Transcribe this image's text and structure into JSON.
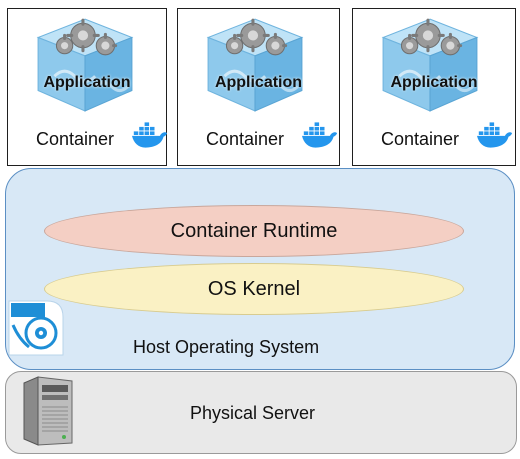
{
  "containers": [
    {
      "app_label": "Application",
      "container_label": "Container"
    },
    {
      "app_label": "Application",
      "container_label": "Container"
    },
    {
      "app_label": "Application",
      "container_label": "Container"
    }
  ],
  "layers": {
    "runtime": "Container Runtime",
    "kernel": "OS Kernel",
    "host_os": "Host Operating System",
    "physical": "Physical Server"
  },
  "colors": {
    "cube": "#8ec9ec",
    "docker_whale": "#2496ed",
    "host_panel": "#d8e8f6",
    "runtime": "#f4cfc4",
    "kernel": "#faf1c4",
    "physical_panel": "#e9e9e9"
  },
  "icons": {
    "app": "application-cube-icon",
    "docker": "docker-whale-icon",
    "host_os": "os-disk-icon",
    "server": "server-tower-icon"
  }
}
